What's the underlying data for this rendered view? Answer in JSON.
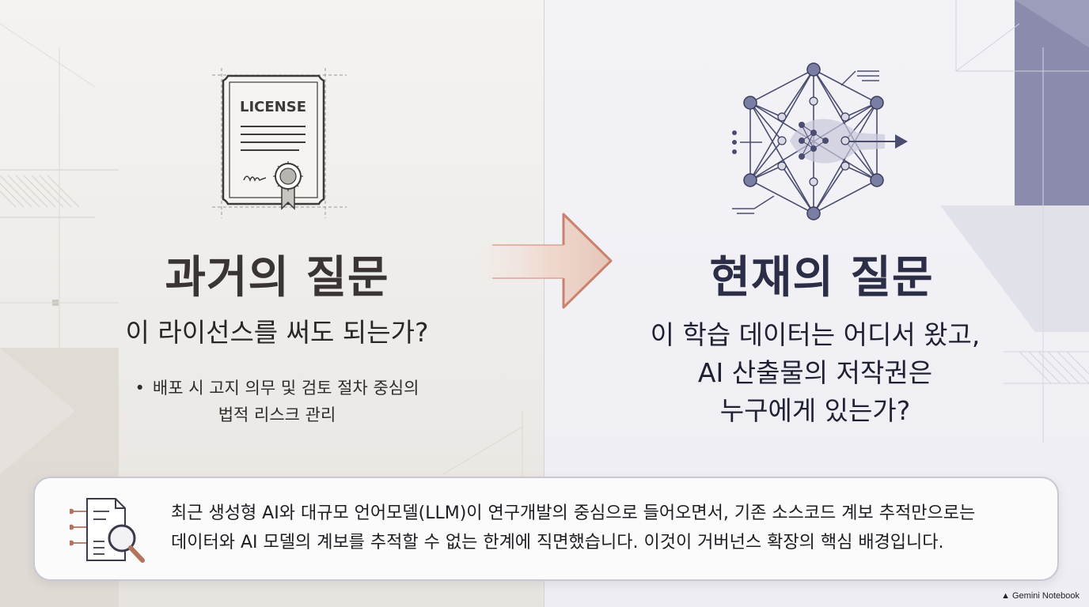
{
  "left": {
    "icon": "license-certificate-icon",
    "icon_text": "LICENSE",
    "title": "과거의 질문",
    "question": "이 라이선스를 써도 되는가?",
    "bullet_line1": "배포 시 고지 의무 및 검토 절차 중심의",
    "bullet_line2": "법적 리스크 관리"
  },
  "transition": {
    "icon": "arrow-right-icon"
  },
  "right": {
    "icon": "neural-network-icon",
    "title": "현재의 질문",
    "question_line1": "이 학습 데이터는 어디서 왔고,",
    "question_line2": "AI 산출물의 저작권은",
    "question_line3": "누구에게 있는가?"
  },
  "card": {
    "icon": "document-search-icon",
    "line1": "최근 생성형 AI와 대규모 언어모델(LLM)이 연구개발의 중심으로 들어오면서, 기존 소스코드 계보 추적만으로는",
    "line2": "데이터와 AI 모델의 계보를 추적할 수 없는 한계에 직면했습니다. 이것이 거버넌스 확장의 핵심 배경입니다."
  },
  "watermark": "Gemini Notebook",
  "colors": {
    "left_title": "#3a3533",
    "right_title": "#2b2e46",
    "arrow": "#c9826d",
    "network_dark": "#4a4d70",
    "accent_right": "#7e7fa3"
  }
}
